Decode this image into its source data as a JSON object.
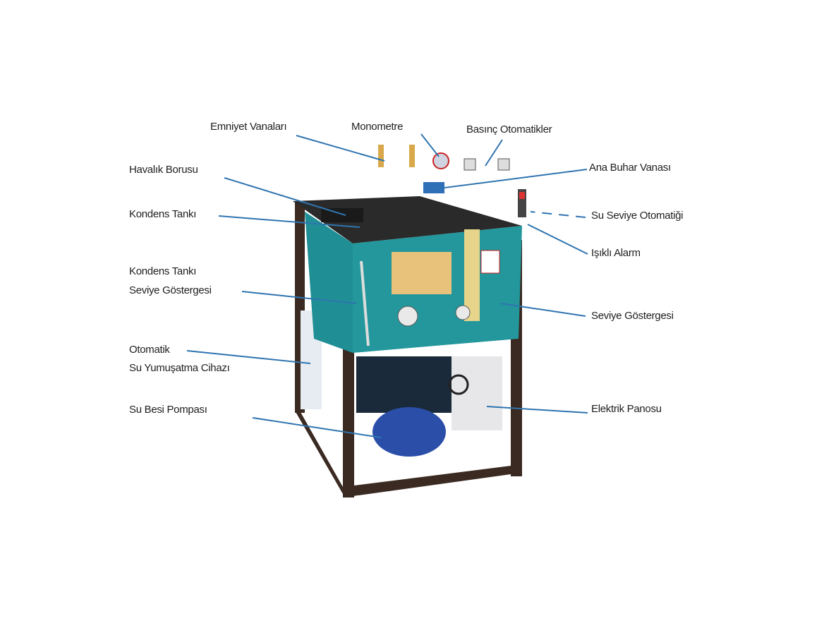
{
  "labels": {
    "emniyet_vanalari": "Emniyet Vanaları",
    "monometre": "Monometre",
    "basinc_otomatikler": "Basınç Otomatikler",
    "havalik_borusu": "Havalık Borusu",
    "ana_buhar_vanasi": "Ana Buhar Vanası",
    "kondens_tanki": "Kondens Tankı",
    "su_seviye_otomatigi": "Su Seviye Otomatiği",
    "isikli_alarm": "Işıklı Alarm",
    "kondens_seviye_line1": "Kondens Tankı",
    "kondens_seviye_line2": "Seviye Göstergesi",
    "seviye_gostergesi": "Seviye Göstergesi",
    "otomatik_line1": "Otomatik",
    "otomatik_line2": "Su Yumuşatma Cihazı",
    "su_besi_pompasi": "Su Besi Pompası",
    "elektrik_panosu": "Elektrik Panosu"
  },
  "colors": {
    "leader": "#2f74b0",
    "tank": "#1f8f95",
    "frame": "#2a2320",
    "pump": "#2b4fa8"
  }
}
